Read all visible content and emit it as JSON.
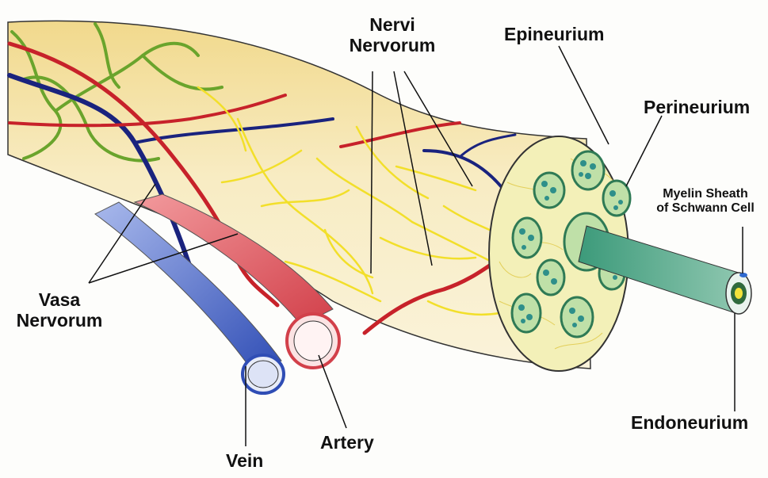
{
  "labels": {
    "nervi_line1": "Nervi",
    "nervi_line2": "Nervorum",
    "epineurium": "Epineurium",
    "perineurium": "Perineurium",
    "myelin_line1": "Myelin Sheath",
    "myelin_line2": "of Schwann Cell",
    "vasa_line1": "Vasa",
    "vasa_line2": "Nervorum",
    "vein": "Vein",
    "artery": "Artery",
    "endoneurium": "Endoneurium"
  },
  "colors": {
    "nerve_body": "#f4e2a8",
    "nerve_cross_section": "#f3f0b8",
    "fascicle_fill": "#bfe0a8",
    "perineurium_ring": "#2f7a55",
    "axon_fill": "#2e8f8a",
    "vein": "#3d5fc4",
    "artery": "#e0565e",
    "vasa_red": "#c7222a",
    "vasa_blue": "#1a237e",
    "vasa_green": "#6aa42c",
    "nervi_yellow": "#f2df2a",
    "myelin_outer": "#2f6a3d",
    "myelin_inner": "#f2e23a",
    "leader_lines": "#111111"
  }
}
